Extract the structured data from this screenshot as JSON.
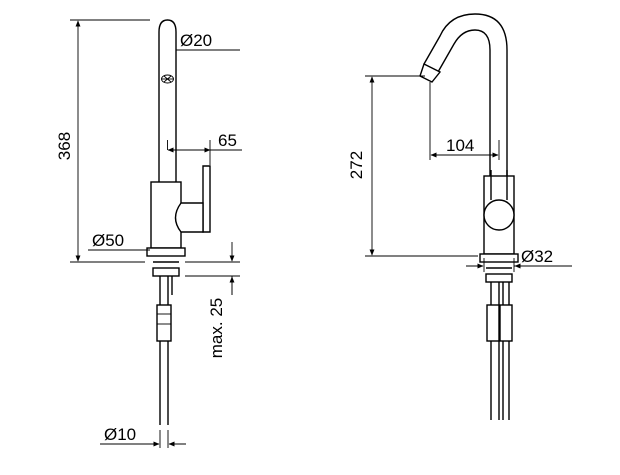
{
  "drawing": {
    "front_view": {
      "height_total": "368",
      "spout_diameter": "Ø20",
      "lever_length": "65",
      "base_diameter": "Ø50",
      "max_thickness": "max. 25",
      "hose_diameter": "Ø10"
    },
    "side_view": {
      "spout_height": "272",
      "spout_reach": "104",
      "body_diameter": "Ø32"
    }
  }
}
